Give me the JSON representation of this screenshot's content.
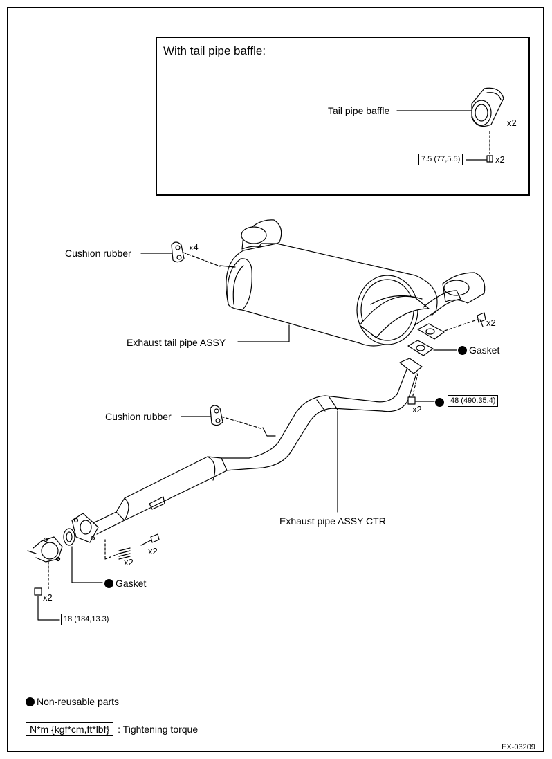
{
  "inset": {
    "title": "With tail pipe baffle:",
    "tail_pipe_baffle_label": "Tail pipe baffle",
    "baffle_qty": "x2",
    "baffle_torque": "7.5 (77,5.5)",
    "baffle_bolt_qty": "x2"
  },
  "labels": {
    "cushion_rubber_upper": "Cushion rubber",
    "cushion_upper_qty": "x4",
    "exhaust_tail_pipe": "Exhaust tail pipe ASSY",
    "tail_bolt_qty": "x2",
    "gasket_upper": "Gasket",
    "center_torque": "48 (490,35.4)",
    "center_nut_qty": "x2",
    "cushion_rubber_lower": "Cushion rubber",
    "exhaust_pipe_ctr": "Exhaust pipe ASSY CTR",
    "spring_qty": "x2",
    "bolt_qty": "x2",
    "gasket_lower": "Gasket",
    "front_nut_qty": "x2",
    "front_torque": "18 (184,13.3)"
  },
  "legend": {
    "non_reusable": "Non-reusable parts",
    "torque_units": "N*m {kgf*cm,ft*lbf}",
    "torque_desc": ": Tightening torque"
  },
  "figure_id": "EX-03209"
}
